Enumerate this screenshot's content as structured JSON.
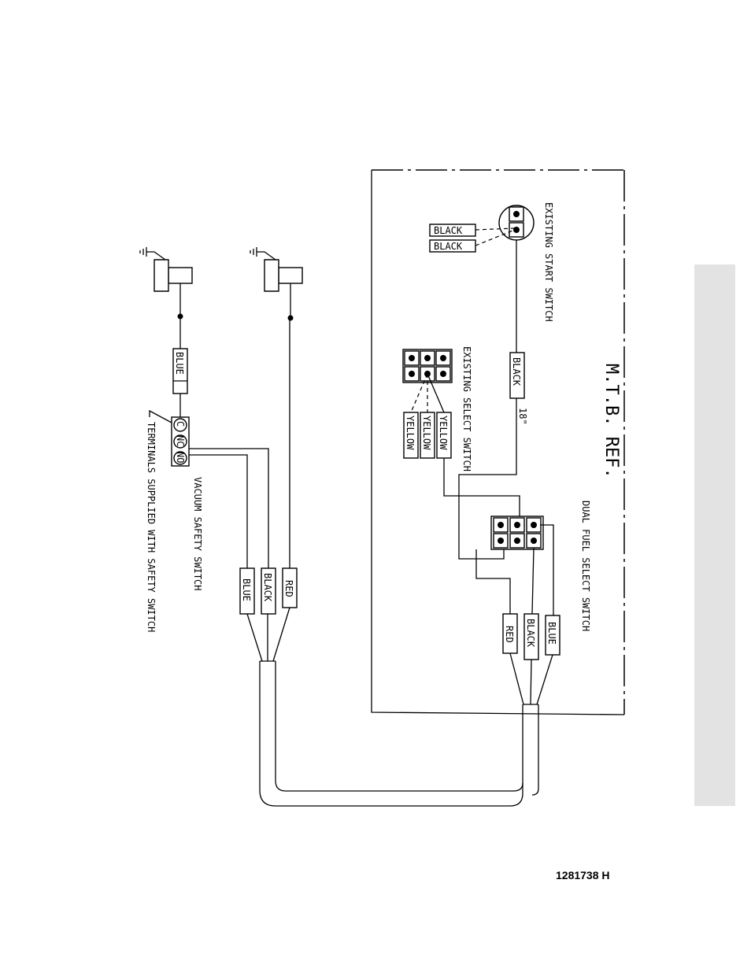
{
  "title": "M.T.B. REF.",
  "existing_start_switch": "EXISTING START SWITCH",
  "existing_select_switch": "EXISTING SELECT SWITCH",
  "dual_fuel_select_switch": "DUAL FUEL SELECT SWITCH",
  "vacuum_safety_switch": "VACUUM SAFETY SWITCH",
  "terminals_note": "TERMINALS SUPPLIED WITH SAFETY SWITCH",
  "dimension": "18\"",
  "terminal_c": "C",
  "terminal_nc": "NC",
  "terminal_no": "NO",
  "wire_labels": {
    "black_1": "BLACK",
    "black_2": "BLACK",
    "black_3": "BLACK",
    "yellow_1": "YELLOW",
    "yellow_2": "YELLOW",
    "yellow_3": "YELLOW",
    "red_right": "RED",
    "black_right": "BLACK",
    "blue_right": "BLUE",
    "blue_left": "BLUE",
    "black_left": "BLACK",
    "red_left": "RED",
    "blue_top": "BLUE"
  },
  "doc_number": "1281738 H"
}
